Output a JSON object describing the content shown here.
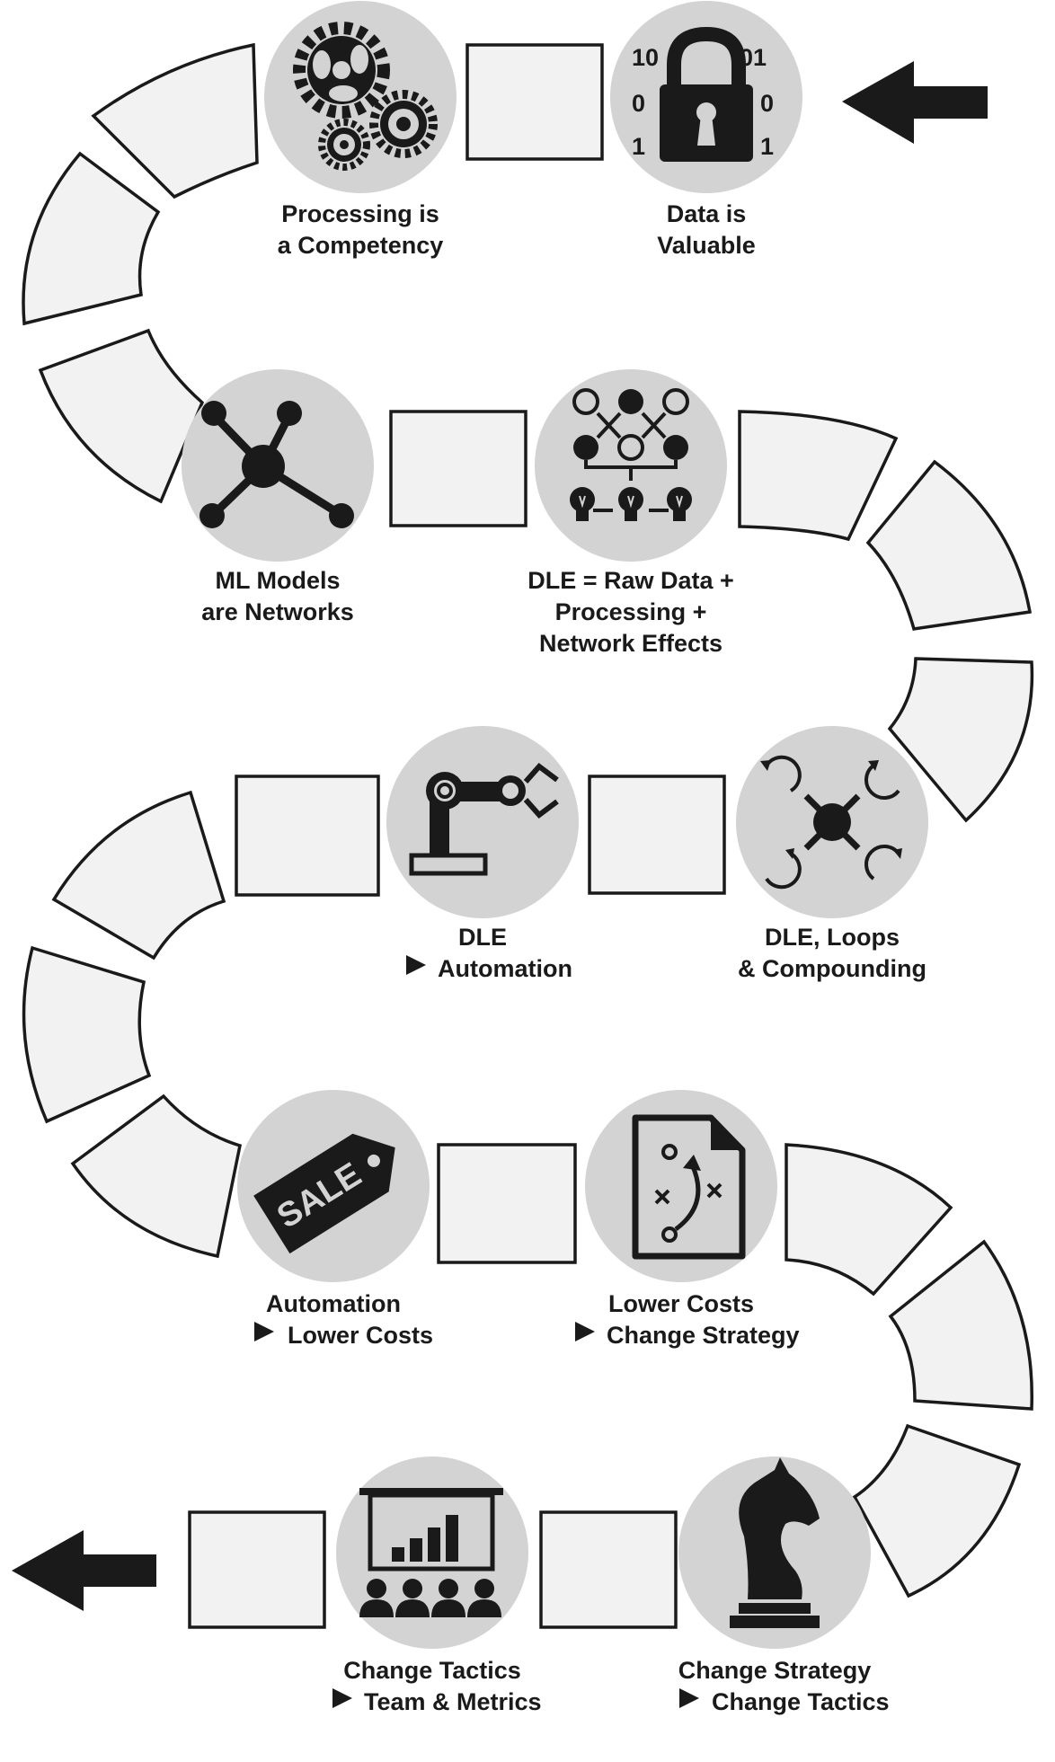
{
  "nodes": [
    {
      "id": "data",
      "icon": "padlock-binary-icon",
      "line1": "Data is",
      "line2": "Valuable",
      "binary": {
        "top_left": "10",
        "top_right": "01",
        "mid_left": "0",
        "mid_right": "0",
        "bot_left": "1",
        "bot_right": "1"
      }
    },
    {
      "id": "processing",
      "icon": "gears-icon",
      "line1": "Processing is",
      "line2": "a Competency"
    },
    {
      "id": "ml",
      "icon": "network-hub-icon",
      "line1": "ML Models",
      "line2": "are Networks"
    },
    {
      "id": "dle",
      "icon": "dle-lightbulbs-icon",
      "line1": "DLE = Raw Data +",
      "line2": "Processing +",
      "line3": "Network Effects"
    },
    {
      "id": "loops",
      "icon": "loops-hub-icon",
      "line1": "DLE, Loops",
      "line2": "& Compounding"
    },
    {
      "id": "automation",
      "icon": "robot-arm-icon",
      "line1": "DLE",
      "line2": "Automation"
    },
    {
      "id": "costs",
      "icon": "sale-tag-icon",
      "line1": "Automation",
      "line2": "Lower Costs",
      "tag_text": "SALE"
    },
    {
      "id": "strategy",
      "icon": "playbook-icon",
      "line1": "Lower Costs",
      "line2": "Change Strategy"
    },
    {
      "id": "tactics",
      "icon": "chess-knight-icon",
      "line1": "Change Strategy",
      "line2": "Change Tactics"
    },
    {
      "id": "team",
      "icon": "presentation-team-icon",
      "line1": "Change Tactics",
      "line2": "Team & Metrics"
    }
  ],
  "arrows": {
    "start": "left-arrow-icon",
    "end": "left-arrow-icon",
    "pointer": "play-triangle-icon"
  },
  "colors": {
    "ink": "#1a1a1a",
    "node": "#d3d3d3",
    "tile": "#f2f2f2"
  }
}
